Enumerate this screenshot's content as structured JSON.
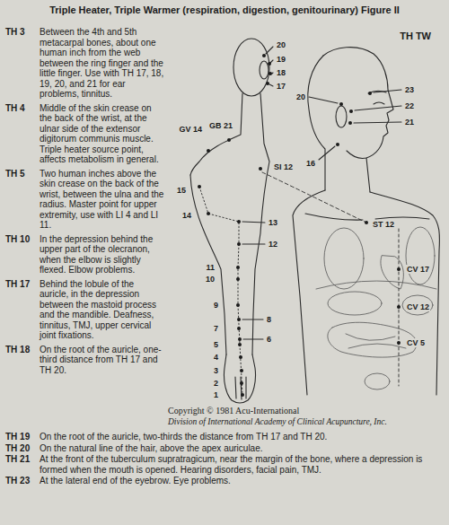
{
  "diagram": {
    "title": "Triple Heater, Triple Warmer (respiration, digestion, genitourinary) Figure II",
    "labels": [
      "TH TW",
      "TH 3",
      "Between the 4th and 5th metacarpal bones, about one human inch from the web between the ring finger and the little finger. Use with TH 17, 18, 19, 20, and 21 for ear problems, tinnitus.",
      "TH 4",
      "Middle of the skin crease on the back of the wrist, at the ulnar side of the extensor digitorum communis muscle. Triple heater source point, affects metabolism in general.",
      "TH 5",
      "Two human inches above the skin crease on the back of the wrist, between the ulna and the radius. Master point for upper extremity, use with LI 4 and LI 11.",
      "TH 10",
      "In the depression behind the upper part of the olecranon, when the elbow is slightly flexed. Elbow problems.",
      "TH 17",
      "Behind the lobule of the auricle, in the depression between the mastoid process and the mandible. Deafness, tinnitus, TMJ, upper cervical joint fixations.",
      "TH 18",
      "On the root of the auricle, one-third distance from TH 17 and TH 20.",
      "TH 19",
      "On the root of the auricle, two-thirds the distance from TH 17 and TH 20.",
      "TH 20",
      "On the natural line of the hair, above the apex auriculae.",
      "TH 21",
      "At the front of the tuberculum supratragicum, near the margin of the bone, where a depression is formed when the mouth is opened. Hearing disorders, facial pain, TMJ.",
      "TH 23",
      "At the lateral end of the eyebrow. Eye problems.",
      "Copyright © 1981 Acu-International",
      "Division of International Academy of Clinical Acupuncture, Inc.",
      "20",
      "19",
      "18",
      "17",
      "GV 14",
      "GB 21",
      "15",
      "14",
      "SI 12",
      "13",
      "12",
      "11",
      "10",
      "9",
      "8",
      "7",
      "6",
      "5",
      "4",
      "3",
      "2",
      "1",
      "23",
      "22",
      "20",
      "21",
      "16",
      "ST 12",
      "CV 17",
      "CV 12",
      "CV 5"
    ]
  }
}
